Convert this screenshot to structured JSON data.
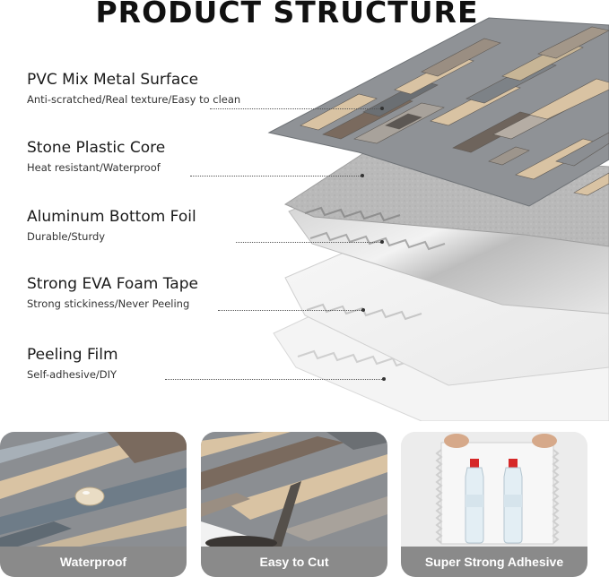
{
  "title": "PRODUCT STRUCTURE",
  "layers": [
    {
      "name": "PVC Mix Metal Surface",
      "desc": "Anti-scratched/Real texture/Easy to clean"
    },
    {
      "name": "Stone Plastic Core",
      "desc": "Heat resistant/Waterproof"
    },
    {
      "name": "Aluminum Bottom Foil",
      "desc": "Durable/Sturdy"
    },
    {
      "name": "Strong EVA Foam Tape",
      "desc": "Strong stickiness/Never Peeling"
    },
    {
      "name": "Peeling Film",
      "desc": "Self-adhesive/DIY"
    }
  ],
  "features": [
    {
      "label": "Waterproof"
    },
    {
      "label": "Easy to Cut"
    },
    {
      "label": "Super Strong Adhesive"
    }
  ],
  "colors": {
    "wood_tan": "#d9c3a3",
    "wood_gray": "#8b8e92",
    "wood_brown": "#7a6a5e",
    "core_gray": "#bdbdbd",
    "foil_silver": "#d4d4d4",
    "caption_gray": "#8a8a8a"
  }
}
